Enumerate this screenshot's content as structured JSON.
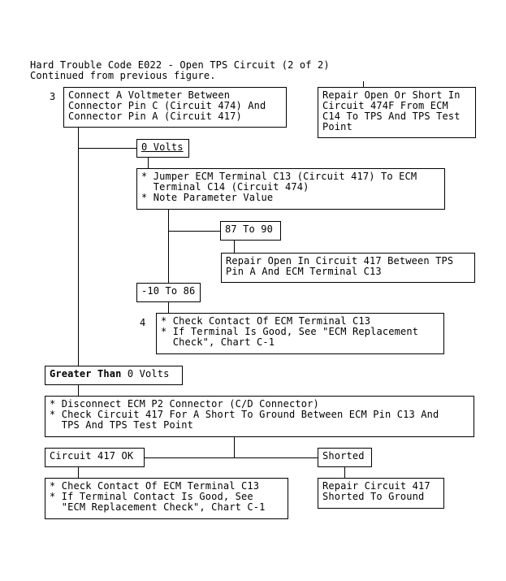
{
  "header": {
    "line1": "Hard Trouble Code E022 - Open TPS Circuit (2 of 2)",
    "line2": "Continued from previous figure."
  },
  "step3": {
    "number": "3",
    "text": "Connect A Voltmeter Between\nConnector Pin C (Circuit 474) And\nConnector Pin A (Circuit 417)"
  },
  "repair_474f": "Repair Open Or Short In\nCircuit 474F From ECM\nC14 To TPS And TPS Test\nPoint",
  "zero_volts": "0 Volts",
  "jumper": "* Jumper ECM Terminal C13 (Circuit 417) To ECM\n  Terminal C14 (Circuit 474)\n* Note Parameter Value",
  "range_87_90": "87 To 90",
  "repair_417_open": "Repair Open In Circuit 417 Between TPS\nPin A And ECM Terminal C13",
  "range_neg10_86": "-10 To 86",
  "step4": {
    "number": "4",
    "text": "* Check Contact Of ECM Terminal C13\n* If Terminal Is Good, See \"ECM Replacement\n  Check\", Chart C-1"
  },
  "greater_than": {
    "bold": "Greater Than",
    "rest": " 0 Volts"
  },
  "disconnect": "* Disconnect ECM P2 Connector (C/D Connector)\n* Check Circuit 417 For A Short To Ground Between ECM Pin C13 And\n  TPS And TPS Test Point",
  "circuit_ok": "Circuit 417 OK",
  "shorted": "Shorted",
  "check_contact": "* Check Contact Of ECM Terminal C13\n* If Terminal Contact Is Good, See\n  \"ECM Replacement Check\", Chart C-1",
  "repair_shorted": "Repair Circuit 417\nShorted To Ground"
}
